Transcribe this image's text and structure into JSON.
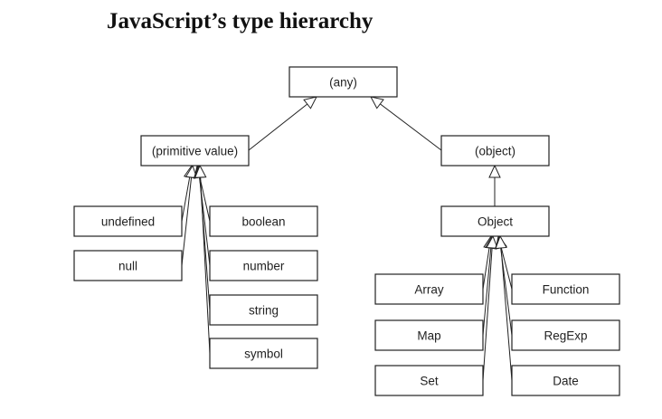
{
  "title": "JavaScript’s type hierarchy",
  "nodes": {
    "any": "(any)",
    "primitive": "(primitive value)",
    "object_abstract": "(object)",
    "undefined": "undefined",
    "null": "null",
    "boolean": "boolean",
    "number": "number",
    "string": "string",
    "symbol": "symbol",
    "Object": "Object",
    "Array": "Array",
    "Map": "Map",
    "Set": "Set",
    "Function": "Function",
    "RegExp": "RegExp",
    "Date": "Date"
  },
  "edges": [
    {
      "from": "primitive",
      "to": "any"
    },
    {
      "from": "object_abstract",
      "to": "any"
    },
    {
      "from": "Object",
      "to": "object_abstract"
    },
    {
      "from": "undefined",
      "to": "primitive"
    },
    {
      "from": "null",
      "to": "primitive"
    },
    {
      "from": "boolean",
      "to": "primitive"
    },
    {
      "from": "number",
      "to": "primitive"
    },
    {
      "from": "string",
      "to": "primitive"
    },
    {
      "from": "symbol",
      "to": "primitive"
    },
    {
      "from": "Array",
      "to": "Object"
    },
    {
      "from": "Map",
      "to": "Object"
    },
    {
      "from": "Set",
      "to": "Object"
    },
    {
      "from": "Function",
      "to": "Object"
    },
    {
      "from": "RegExp",
      "to": "Object"
    },
    {
      "from": "Date",
      "to": "Object"
    }
  ]
}
